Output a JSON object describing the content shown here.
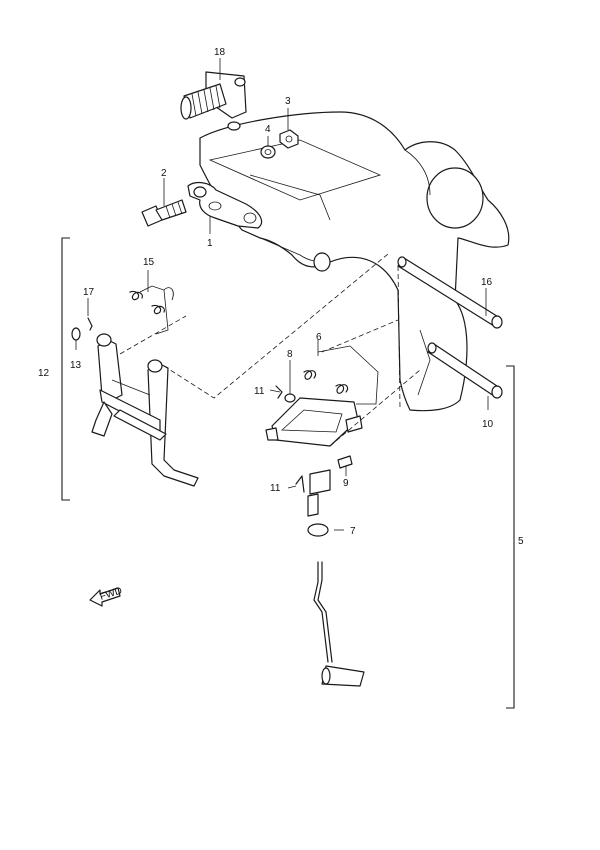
{
  "diagram": {
    "labels": {
      "p1": "1",
      "p2": "2",
      "p3": "3",
      "p4": "4",
      "p5": "5",
      "p6": "6",
      "p7": "7",
      "p8": "8",
      "p9": "9",
      "p10": "10",
      "p11a": "11",
      "p11b": "11",
      "p12": "12",
      "p13": "13",
      "p15": "15",
      "p16": "16",
      "p17": "17",
      "p18": "18"
    },
    "fwd": "FWD"
  }
}
